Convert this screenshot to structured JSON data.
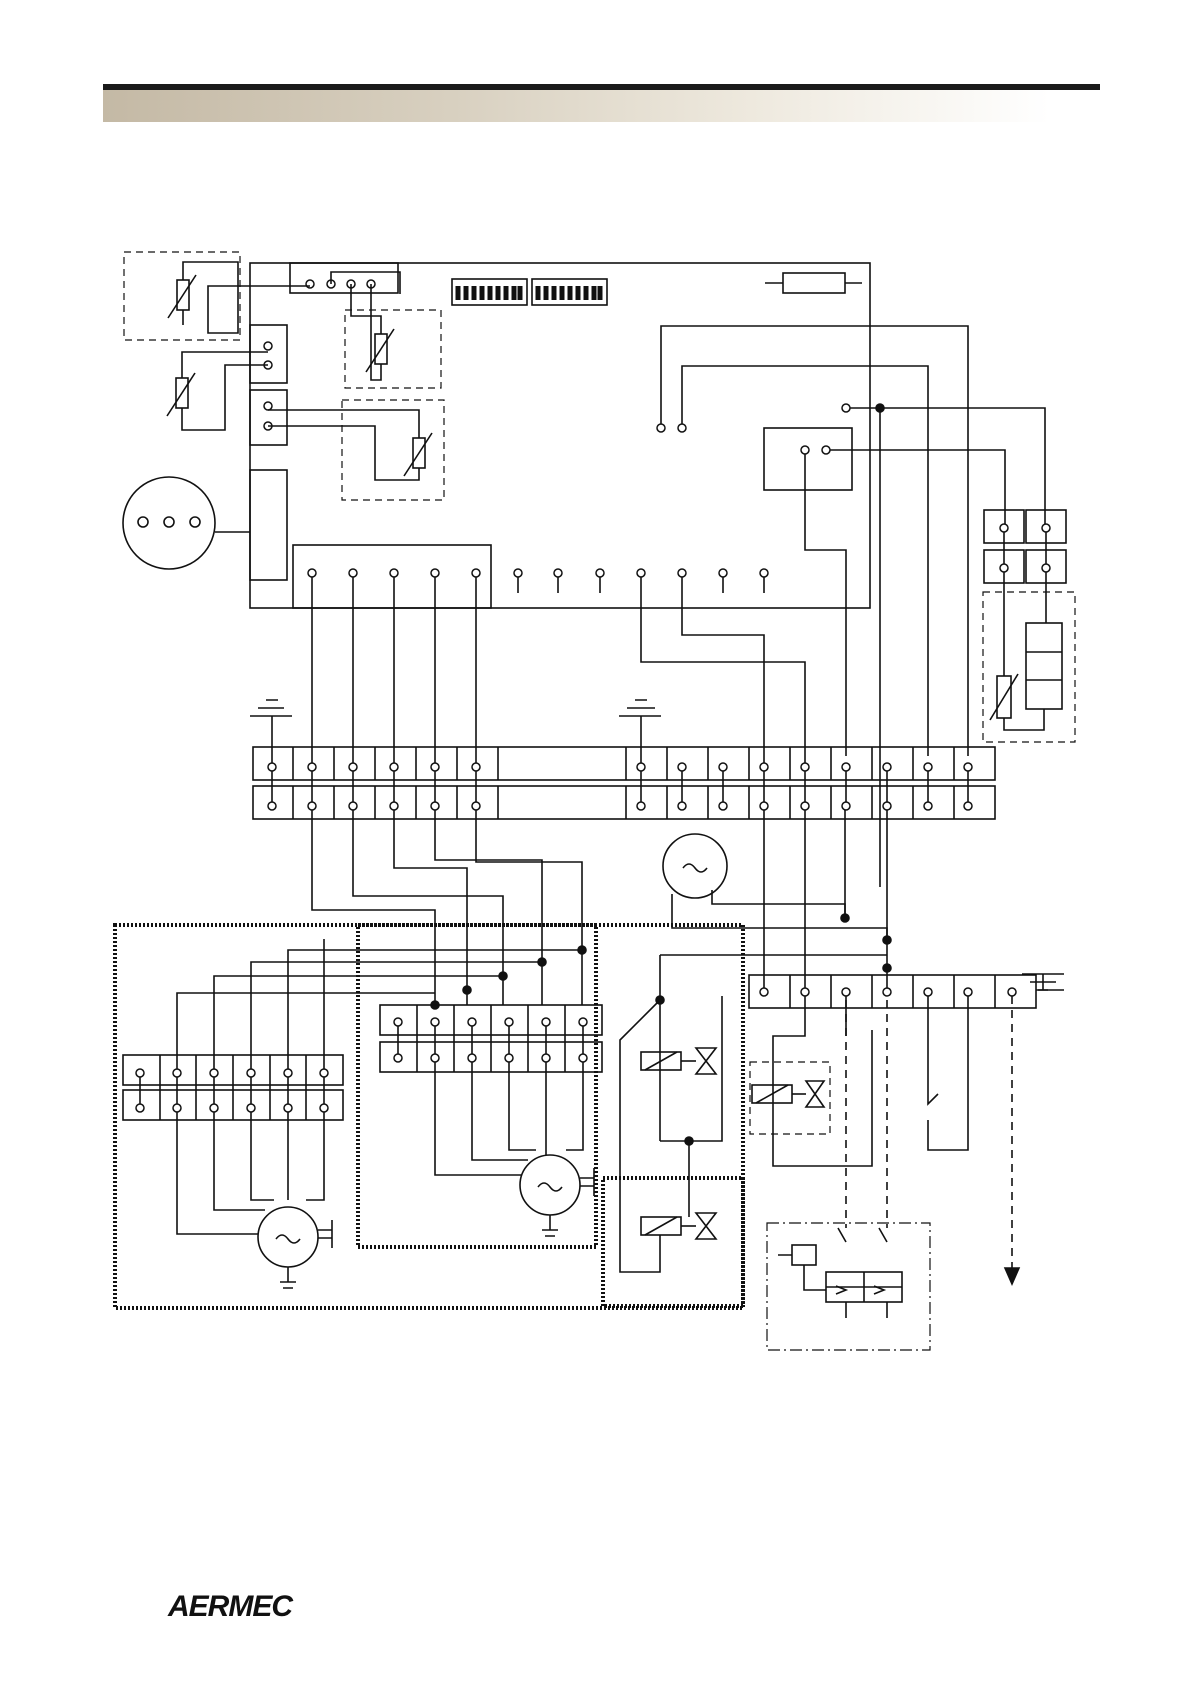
{
  "header": {
    "band_color": "#c4b9a5"
  },
  "logo": {
    "text": "AERMEC"
  },
  "diagram": {
    "top_terminal_rows": 2,
    "bottom_terminal_count": 7,
    "left_motor_terminals": 6,
    "right_motor_terminals": 6,
    "valve_symbols": 3,
    "motor_symbols": 3,
    "icons": [
      "thermistor-icon",
      "motor-icon",
      "valve-icon",
      "ground-icon",
      "fuse-icon",
      "dip-switch-icon",
      "relay-icon",
      "arrow-down-icon"
    ]
  },
  "colors": {
    "line": "#111111",
    "band": "#c4b9a5"
  }
}
